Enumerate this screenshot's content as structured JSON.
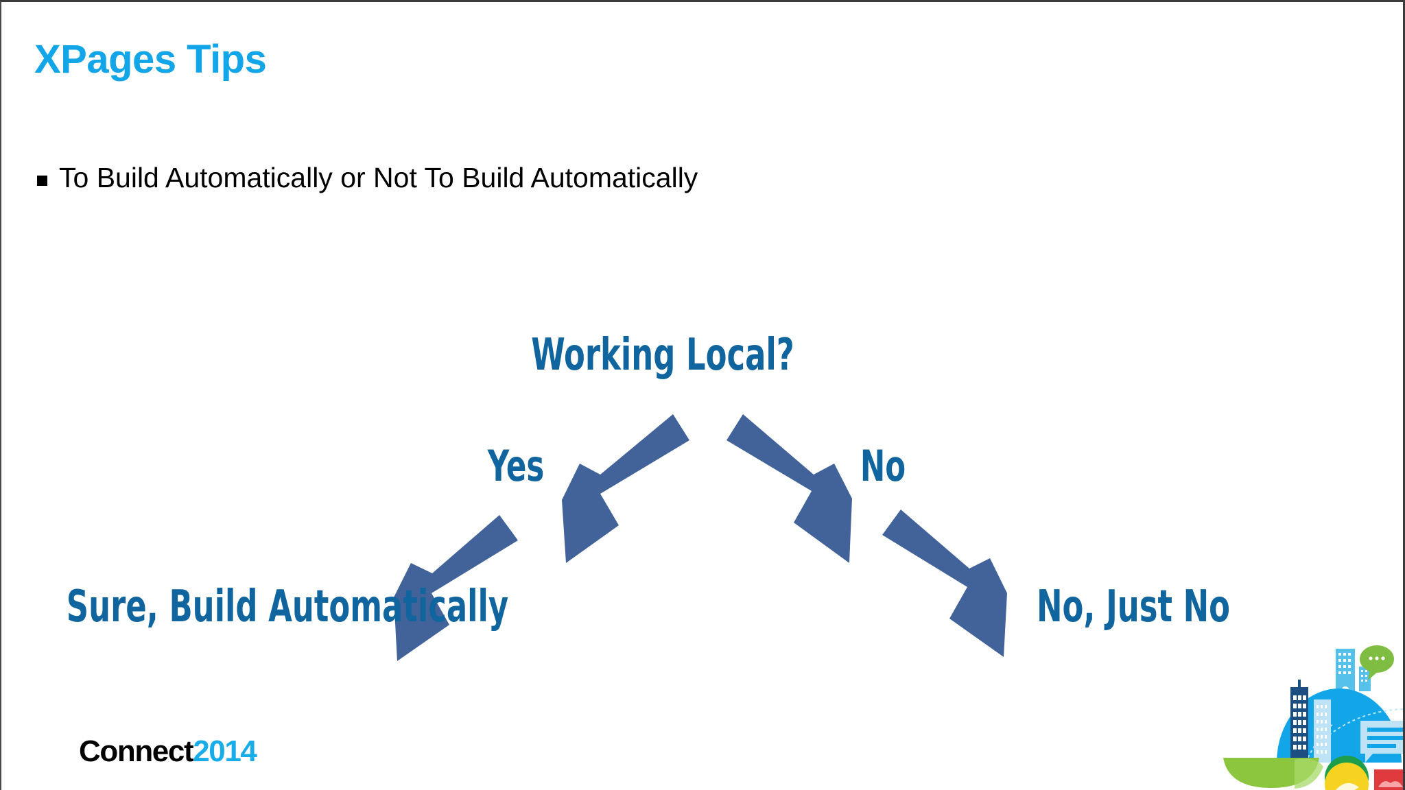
{
  "slide": {
    "title": "XPages Tips",
    "bullets": [
      "To Build Automatically or Not To Build Automatically"
    ],
    "background_color": "#FFFFFF",
    "title_color": "#12A5E8",
    "body_text_color": "#000000"
  },
  "flowchart": {
    "type": "decision-tree",
    "accent_color": "#11659E",
    "arrow_color": "#41639A",
    "root": {
      "label": "Working Local?"
    },
    "branches": [
      {
        "edge_label": "Yes",
        "result_label": "Sure, Build Automatically",
        "direction": "left"
      },
      {
        "edge_label": "No",
        "result_label": "No, Just No",
        "direction": "right"
      }
    ],
    "arrows": [
      {
        "name": "root-to-yes",
        "from": "Working Local?",
        "to": "Yes",
        "direction": "down-left"
      },
      {
        "name": "root-to-no",
        "from": "Working Local?",
        "to": "No",
        "direction": "down-right"
      },
      {
        "name": "yes-to-result",
        "from": "Yes",
        "to": "Sure, Build Automatically",
        "direction": "down-left"
      },
      {
        "name": "no-to-result",
        "from": "No",
        "to": "No, Just No",
        "direction": "down-right"
      }
    ]
  },
  "footer": {
    "logo": {
      "word": "Connect",
      "year": "2014",
      "word_color": "#000000",
      "year_color": "#18ACE8"
    }
  },
  "decoration": {
    "name": "connect-city-globe-artwork",
    "colors": {
      "dome_blue": "#1BA7E0",
      "building_light": "#8FD3F2",
      "building_dark": "#1C4E82",
      "bubble_green": "#7FBC42",
      "boat_green": "#8CC63E",
      "circle_green": "#1E9E4A",
      "circle_yellow": "#F5D320",
      "circle_red": "#E03A3E"
    }
  }
}
